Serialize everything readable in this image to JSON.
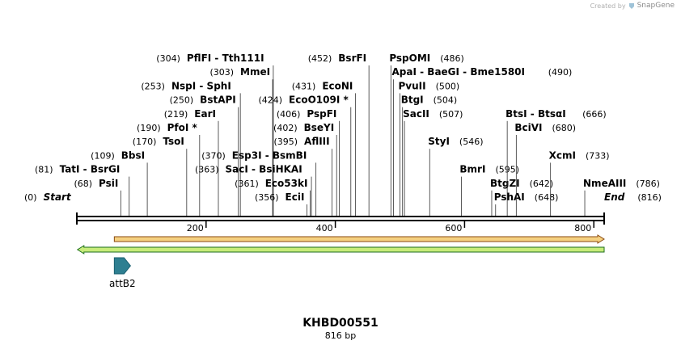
{
  "credit": {
    "prefix": "Created by",
    "brand": "SnapGene"
  },
  "sequence": {
    "name": "KHBD00551",
    "length_label": "816 bp",
    "length": 816
  },
  "ruler": {
    "ticks": [
      200,
      400,
      600,
      800
    ]
  },
  "ends": [
    {
      "pos_label": "(0)",
      "name": "Start",
      "row": 0,
      "side": "left",
      "pos": 0
    },
    {
      "pos_label": "(816)",
      "name": "End",
      "row": 0,
      "side": "right",
      "pos": 816
    }
  ],
  "sites": [
    {
      "name": "TatI  -  BsrGI",
      "pos": 81,
      "row": 2,
      "side": "left"
    },
    {
      "name": "PsiI",
      "pos": 68,
      "row": 1,
      "side": "left"
    },
    {
      "name": "BbsI",
      "pos": 109,
      "row": 3,
      "side": "left"
    },
    {
      "name": "TsoI",
      "pos": 170,
      "row": 4,
      "side": "left"
    },
    {
      "name": "PfoI *",
      "pos": 190,
      "row": 5,
      "side": "left"
    },
    {
      "name": "EarI",
      "pos": 219,
      "row": 6,
      "side": "left"
    },
    {
      "name": "BstAPI",
      "pos": 250,
      "row": 7,
      "side": "left"
    },
    {
      "name": "NspI  -  SphI",
      "pos": 253,
      "row": 8,
      "side": "left"
    },
    {
      "name": "MmeI",
      "pos": 303,
      "row": 9,
      "side": "left"
    },
    {
      "name": "PflFI  -  Tth111I",
      "pos": 304,
      "row": 10,
      "side": "left"
    },
    {
      "name": "EciI",
      "pos": 356,
      "row": 0,
      "side": "left"
    },
    {
      "name": "Eco53kI",
      "pos": 361,
      "row": 1,
      "side": "left"
    },
    {
      "name": "SacI  -  BsiHKAI",
      "pos": 363,
      "row": 2,
      "side": "left"
    },
    {
      "name": "Esp3I  -  BsmBI",
      "pos": 370,
      "row": 3,
      "side": "left"
    },
    {
      "name": "AflIII",
      "pos": 395,
      "row": 4,
      "side": "left"
    },
    {
      "name": "BseYI",
      "pos": 402,
      "row": 5,
      "side": "left"
    },
    {
      "name": "PspFI",
      "pos": 406,
      "row": 6,
      "side": "left"
    },
    {
      "name": "EcoO109I *",
      "pos": 424,
      "row": 7,
      "side": "left"
    },
    {
      "name": "EcoNI",
      "pos": 431,
      "row": 8,
      "side": "left"
    },
    {
      "name": "BsrFI",
      "pos": 452,
      "row": 10,
      "side": "left"
    },
    {
      "name": "PspOMI",
      "pos": 486,
      "row": 10,
      "side": "right"
    },
    {
      "name": "ApaI  -  BaeGI  -  Bme1580I",
      "pos": 490,
      "row": 9,
      "side": "right"
    },
    {
      "name": "PvuII",
      "pos": 500,
      "row": 8,
      "side": "right"
    },
    {
      "name": "BtgI",
      "pos": 504,
      "row": 7,
      "side": "right"
    },
    {
      "name": "SacII",
      "pos": 507,
      "row": 6,
      "side": "right"
    },
    {
      "name": "StyI",
      "pos": 546,
      "row": 4,
      "side": "right"
    },
    {
      "name": "BmrI",
      "pos": 595,
      "row": 2,
      "side": "right"
    },
    {
      "name": "BtgZI",
      "pos": 642,
      "row": 1,
      "side": "right"
    },
    {
      "name": "PshAI",
      "pos": 648,
      "row": 0,
      "side": "right"
    },
    {
      "name": "BtsI  -  BtsαI",
      "pos": 666,
      "row": 6,
      "side": "right"
    },
    {
      "name": "BciVI",
      "pos": 680,
      "row": 5,
      "side": "right"
    },
    {
      "name": "XcmI",
      "pos": 733,
      "row": 3,
      "side": "right"
    },
    {
      "name": "NmeAIII",
      "pos": 786,
      "row": 1,
      "side": "right"
    }
  ],
  "features": [
    {
      "name": "",
      "type": "arrow-forward",
      "start": 58,
      "end": 816,
      "fill": "#f5d080",
      "stroke": "#8a4a10"
    },
    {
      "name": "",
      "type": "arrow-reverse",
      "start": 1,
      "end": 816,
      "fill": "#c8ec7a",
      "stroke": "#1d6e1d"
    },
    {
      "name": "attB2",
      "type": "arrow-forward",
      "start": 58,
      "end": 83,
      "fill": "#2e7f91",
      "stroke": "#1a5f70"
    }
  ]
}
